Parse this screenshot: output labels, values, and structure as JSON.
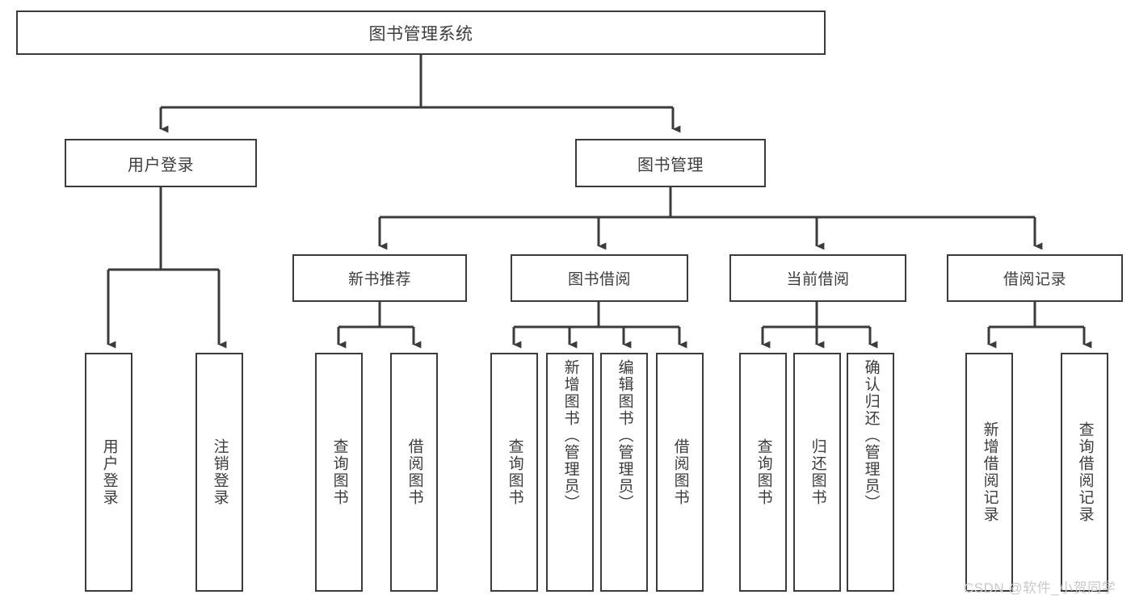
{
  "diagram": {
    "title": "图书管理系统",
    "type": "功能结构图",
    "colors": {
      "box_border": "#3b3b3b",
      "box_fill": "#ffffff",
      "text": "#3d3d3d",
      "connector": "#3b3b3b",
      "watermark": "#c9c9c9",
      "background": "#ffffff"
    }
  },
  "watermark": {
    "text": "CSDN @软件_小贺同学"
  },
  "nodes": {
    "root": {
      "label": "图书管理系统"
    },
    "level1": [
      {
        "id": "user-login",
        "label": "用户登录"
      },
      {
        "id": "book-manage",
        "label": "图书管理"
      }
    ],
    "level2": [
      {
        "id": "new-book-recommend",
        "label": "新书推荐"
      },
      {
        "id": "book-borrow",
        "label": "图书借阅"
      },
      {
        "id": "current-borrow",
        "label": "当前借阅"
      },
      {
        "id": "borrow-record",
        "label": "借阅记录"
      }
    ],
    "leaves": {
      "user-login": [
        {
          "id": "leaf-user-login",
          "label": "用户登录"
        },
        {
          "id": "leaf-user-logout",
          "label": "注销登录"
        }
      ],
      "new-book-recommend": [
        {
          "id": "leaf-query-book-1",
          "label": "查询图书"
        },
        {
          "id": "leaf-borrow-book-1",
          "label": "借阅图书"
        }
      ],
      "book-borrow": [
        {
          "id": "leaf-query-book-2",
          "label": "查询图书"
        },
        {
          "id": "leaf-add-book",
          "label": "新增图书（管理员）"
        },
        {
          "id": "leaf-edit-book",
          "label": "编辑图书（管理员）"
        },
        {
          "id": "leaf-borrow-book-2",
          "label": "借阅图书"
        }
      ],
      "current-borrow": [
        {
          "id": "leaf-query-book-3",
          "label": "查询图书"
        },
        {
          "id": "leaf-return-book",
          "label": "归还图书"
        },
        {
          "id": "leaf-confirm-return",
          "label": "确认归还（管理员）"
        }
      ],
      "borrow-record": [
        {
          "id": "leaf-add-record",
          "label": "新增借阅记录"
        },
        {
          "id": "leaf-query-record",
          "label": "查询借阅记录"
        }
      ]
    }
  }
}
